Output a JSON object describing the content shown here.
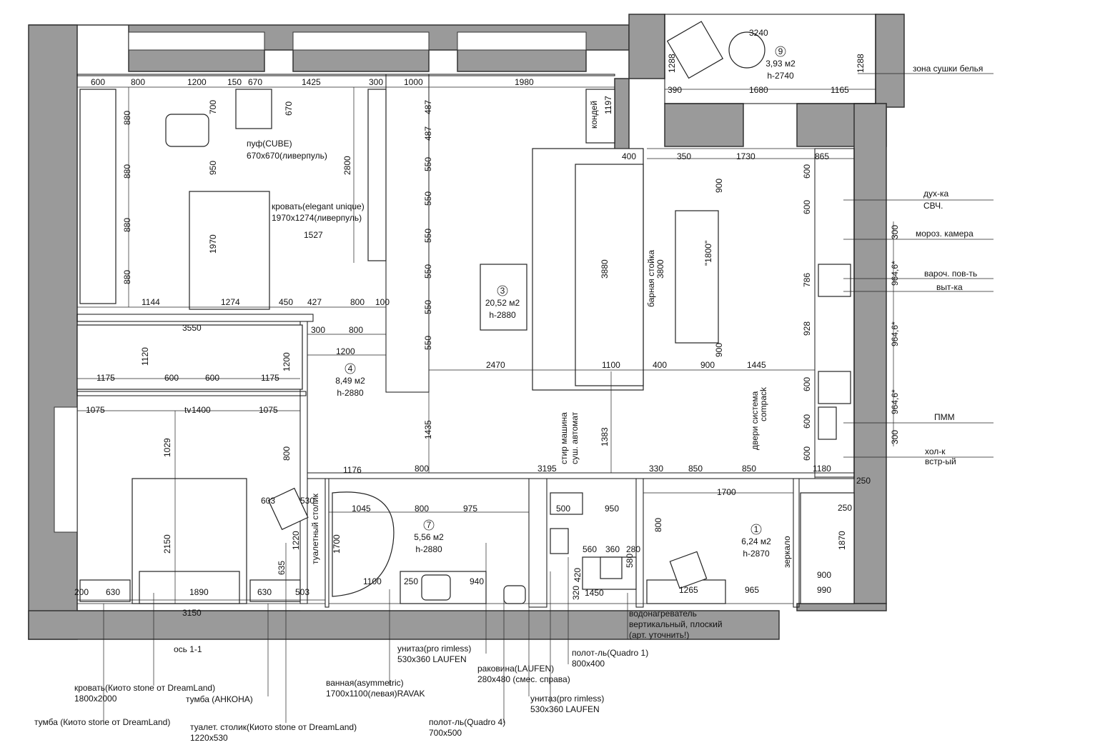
{
  "rooms": [
    {
      "num": "9",
      "area": "3,93 м2",
      "height": "h-2740"
    },
    {
      "num": "3",
      "area": "20,52 м2",
      "height": "h-2880"
    },
    {
      "num": "4",
      "area": "8,49 м2",
      "height": "h-2880"
    },
    {
      "num": "7",
      "area": "5,56 м2",
      "height": "h-2880"
    },
    {
      "num": "1",
      "area": "6,24 м2",
      "height": "h-2870"
    }
  ],
  "dims": {
    "d3240": "3240",
    "d1288a": "1288",
    "d1288b": "1288",
    "d390": "390",
    "d1680": "1680",
    "d1165": "1165",
    "d600": "600",
    "d800": "800",
    "d1200": "1200",
    "d150": "150",
    "d670a": "670",
    "d1425": "1425",
    "d300a": "300",
    "d1000": "1000",
    "d1980": "1980",
    "d700": "700",
    "d670b": "670",
    "d880a": "880",
    "d880b": "880",
    "d880c": "880",
    "d880d": "880",
    "d950": "950",
    "d2800": "2800",
    "d1970": "1970",
    "d1527": "1527",
    "d1144": "1144",
    "d1274": "1274",
    "d450": "450",
    "d427": "427",
    "d800b": "800",
    "d100": "100",
    "d3550": "3550",
    "d300b": "300",
    "d800c": "800",
    "d1200b": "1200",
    "d1120": "1120",
    "d1175a": "1175",
    "d600b": "600",
    "d600c": "600",
    "d1175b": "1175",
    "d1200c": "1200",
    "d1075a": "1075",
    "d1400": "1400",
    "d1075b": "1075",
    "d1029": "1029",
    "d2150": "2150",
    "d800d": "800",
    "d603": "603",
    "d530a": "530",
    "d1220": "1220",
    "d635": "635",
    "d503": "503",
    "d200": "200",
    "d630a": "630",
    "d1890": "1890",
    "d630b": "630",
    "d3150": "3150",
    "d487a": "487",
    "d487b": "487",
    "d550a": "550",
    "d550b": "550",
    "d550c": "550",
    "d550d": "550",
    "d550e": "550",
    "d550f": "550",
    "d2470": "2470",
    "d1435": "1435",
    "d1383": "1383",
    "d1197": "1197",
    "d400a": "400",
    "d350": "350",
    "d1730": "1730",
    "d865": "865",
    "d3880": "3880",
    "d900a": "900",
    "d1800": "\"1800\"",
    "d900b": "900",
    "d1100": "1100",
    "d400b": "400",
    "d900c": "900",
    "d1445": "1445",
    "d600d": "600",
    "d600e": "600",
    "d786": "786",
    "d928": "928",
    "d600f": "600",
    "d600g": "600",
    "d600h": "600",
    "d300c": "300",
    "d9846a": "964,6*",
    "d9846b": "964,6*",
    "d9846c": "964,6*",
    "d300d": "300",
    "d1176": "1176",
    "d800e": "800",
    "d3195": "3195",
    "d330": "330",
    "d850a": "850",
    "d850b": "850",
    "d1180": "1180",
    "d250a": "250",
    "d1700b": "1700",
    "d250b": "250",
    "d1045": "1045",
    "d800f": "800",
    "d975": "975",
    "d1700": "1700",
    "d1100b": "1100",
    "d250c": "250",
    "d940": "940",
    "d500a": "500",
    "d950b": "950",
    "d560": "560",
    "d360": "360",
    "d280": "280",
    "d420": "420",
    "d320": "320",
    "d1450": "1450",
    "d580": "580",
    "d800g": "800",
    "d1265": "1265",
    "d965": "965",
    "d1870": "1870",
    "d900d": "900",
    "d990": "990"
  },
  "labels": {
    "puf": "пуф(CUBE)",
    "puf_size": "670х670(ливерпуль)",
    "bed1": "кровать(elegant unique)",
    "bed1_size": "1970х1274(ливерпуль)",
    "kondey": "кондей",
    "bar": "барная стойка",
    "bar_size": "3800",
    "dveri": "двери система",
    "dveri2": "compack",
    "stir": "стир машина",
    "stir2": "суш. автомат",
    "toilet_table": "туалетный столик",
    "zerkalo": "зеркало",
    "vyt": "выт-ка",
    "os": "ось 1-1",
    "tv": "tv"
  },
  "callouts": {
    "sushka": "зона сушки белья",
    "duh": "дух-ка",
    "svch": "СВЧ.",
    "moroz": "мороз. камера",
    "varoch": "вароч. пов-ть",
    "vytka": "выт-ка",
    "pmm": "ПММ",
    "holk": "хол-к",
    "holk2": "встр-ый",
    "vodonagr1": "водонагреватель",
    "vodonagr2": "вертикальный, плоский",
    "vodonagr3": "(арт. уточнить!)",
    "poloten1": "полот-ль(Quadro 1)",
    "poloten1_size": "800х400",
    "unitaz1": "унитаз(pro rimless)",
    "unitaz1_size": "530х360 LAUFEN",
    "rakovina": "раковина(LAUFEN)",
    "rakovina_size": "280х480 (смес. справа)",
    "unitaz2": "унитаз(pro rimless)",
    "unitaz2_size": "530х360 LAUFEN",
    "vanna": "ванная(asymmetric)",
    "vanna_size": "1700х1100(левая)RAVAK",
    "poloten4": "полот-ль(Quadro 4)",
    "poloten4_size": "700х500",
    "krovat": "кровать(Киото stone от DreamLand)",
    "krovat_size": "1800х2000",
    "tumba_ankona": "тумба (АНКОНА)",
    "tumba_kioto": "тумба (Киото stone от DreamLand)",
    "stolik": "туалет. столик(Киото stone от DreamLand)",
    "stolik_size": "1220х530"
  }
}
